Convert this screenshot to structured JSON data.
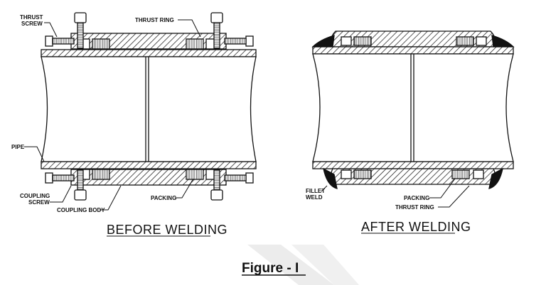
{
  "before": {
    "caption": "BEFORE WELDING",
    "labels": {
      "thrust_screw_1": "THRUST",
      "thrust_screw_2": "SCREW",
      "thrust_ring": "THRUST RING",
      "pipe": "PIPE",
      "coupling_screw_1": "COUPLING",
      "coupling_screw_2": "SCREW",
      "coupling_body": "COUPLING BODY",
      "packing": "PACKING"
    }
  },
  "after": {
    "caption": "AFTER WELDING",
    "labels": {
      "fillet_weld_1": "FILLET",
      "fillet_weld_2": "WELD",
      "packing": "PACKING",
      "thrust_ring": "THRUST RING"
    }
  },
  "figure_title": "Figure - I",
  "colors": {
    "ink": "#111111",
    "watermark": "#e8e8e8"
  }
}
